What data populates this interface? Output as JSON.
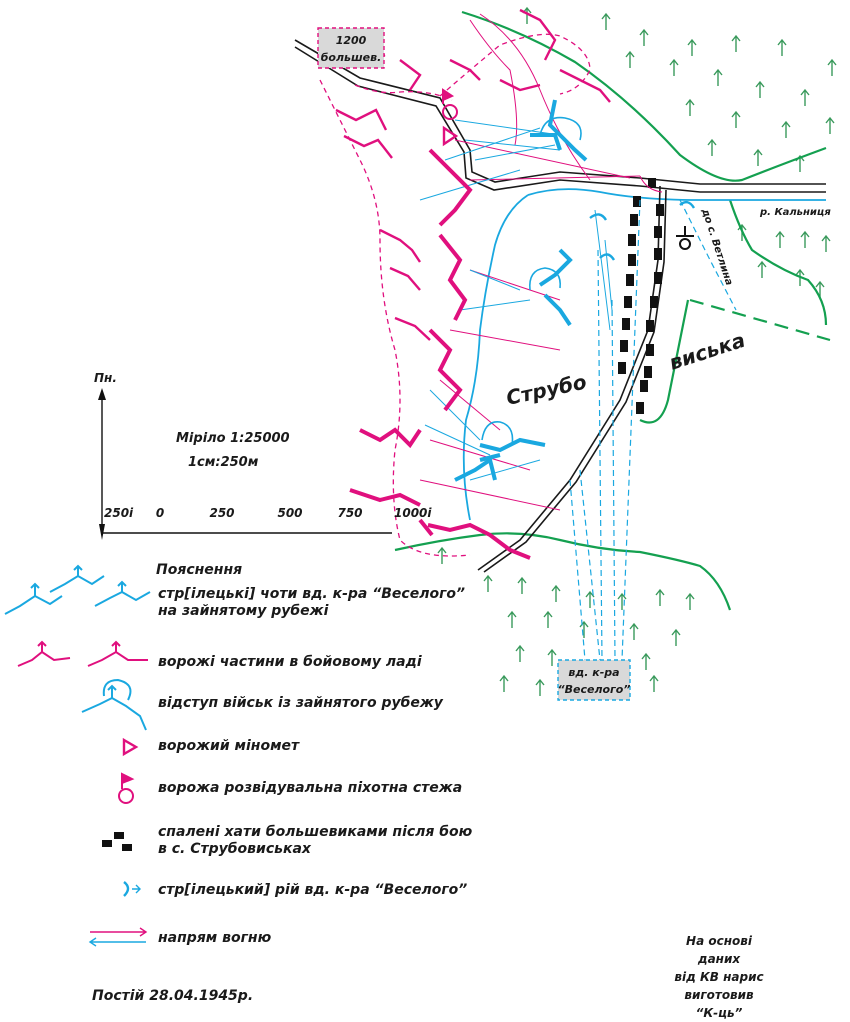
{
  "map": {
    "label_bolsheviks": "1200 большев.",
    "label_bolsheviks_l1": "1200",
    "label_bolsheviks_l2": "большев.",
    "label_village_part1": "Струбо",
    "label_village_part2": "виська",
    "label_river": "р. Кальниця",
    "label_road": "до с. Ветлина",
    "label_veseloho_l1": "вд. к-ра",
    "label_veseloho_l2": "“Веселого”",
    "north_label": "Пн.",
    "scale_title": "Міріло 1:25000",
    "scale_ratio": "1см:250м",
    "scale_ticks": [
      "250і",
      "0",
      "250",
      "500",
      "750",
      "1000і"
    ]
  },
  "legend": {
    "title": "Пояснення",
    "items": [
      {
        "text": "стр[ілецькі] чоти вд. к-ра “Веселого” на зайнятому рубежі",
        "l1": "стр[ілецькі] чоти вд. к-ра “Веселого”",
        "l2": "на зайнятому рубежі"
      },
      {
        "text": "ворожі частини в бойовому ладі"
      },
      {
        "text": "відступ військ із зайнятого рубежу"
      },
      {
        "text": "ворожий міномет"
      },
      {
        "text": "ворожа розвідувальна піхотна стежа"
      },
      {
        "text": "спалені хати большевиками після бою в с. Струбовиськах",
        "l1": "спалені хати большевиками після бою",
        "l2": "в с. Струбовиськах"
      },
      {
        "text": "стр[ілецький] рій вд. к-ра “Веселого”"
      },
      {
        "text": "напрям вогню"
      }
    ]
  },
  "footer": {
    "date": "Постій 28.04.1945р.",
    "credit_l1": "На основі даних",
    "credit_l2": "від КВ нарис",
    "credit_l3": "виготовив",
    "credit_l4": "“К-ць”"
  },
  "colors": {
    "ukrainian_units": "#1aa8e0",
    "enemy": "#e0107e",
    "forest": "#3a9a5c",
    "boundary": "#14a050",
    "road": "#1a1a1a",
    "burned": "#111111"
  }
}
